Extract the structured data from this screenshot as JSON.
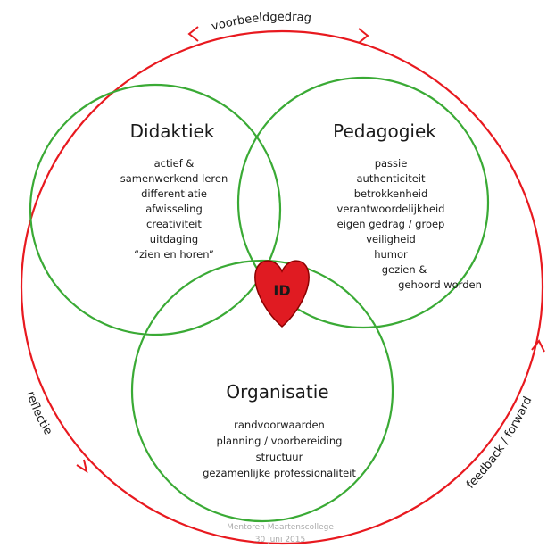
{
  "outer_labels": {
    "top": "voorbeeldgedrag",
    "left": "reflectie",
    "right": "feedback / forward"
  },
  "didaktiek": {
    "title": "Didaktiek",
    "items": [
      "actief &",
      "samenwerkend leren",
      "differentiatie",
      "afwisseling",
      "creativiteit",
      "uitdaging",
      "“zien en horen”"
    ]
  },
  "pedagogiek": {
    "title": "Pedagogiek",
    "items": [
      "passie",
      "authenticiteit",
      "betrokkenheid",
      "verantwoordelijkheid",
      "eigen gedrag / groep",
      "veiligheid",
      "humor",
      "gezien &",
      "gehoord worden"
    ]
  },
  "organisatie": {
    "title": "Organisatie",
    "items": [
      "randvoorwaarden",
      "planning / voorbereiding",
      "structuur",
      "gezamenlijke professionaliteit"
    ]
  },
  "center": {
    "label": "ID"
  },
  "footer": {
    "line1": "Mentoren Maartenscollege",
    "line2": "30 juni 2015"
  },
  "colors": {
    "outer": "#e8191f",
    "circles": "#3aaa35",
    "heart": "#e01b22",
    "heart_stroke": "#8b0000"
  }
}
